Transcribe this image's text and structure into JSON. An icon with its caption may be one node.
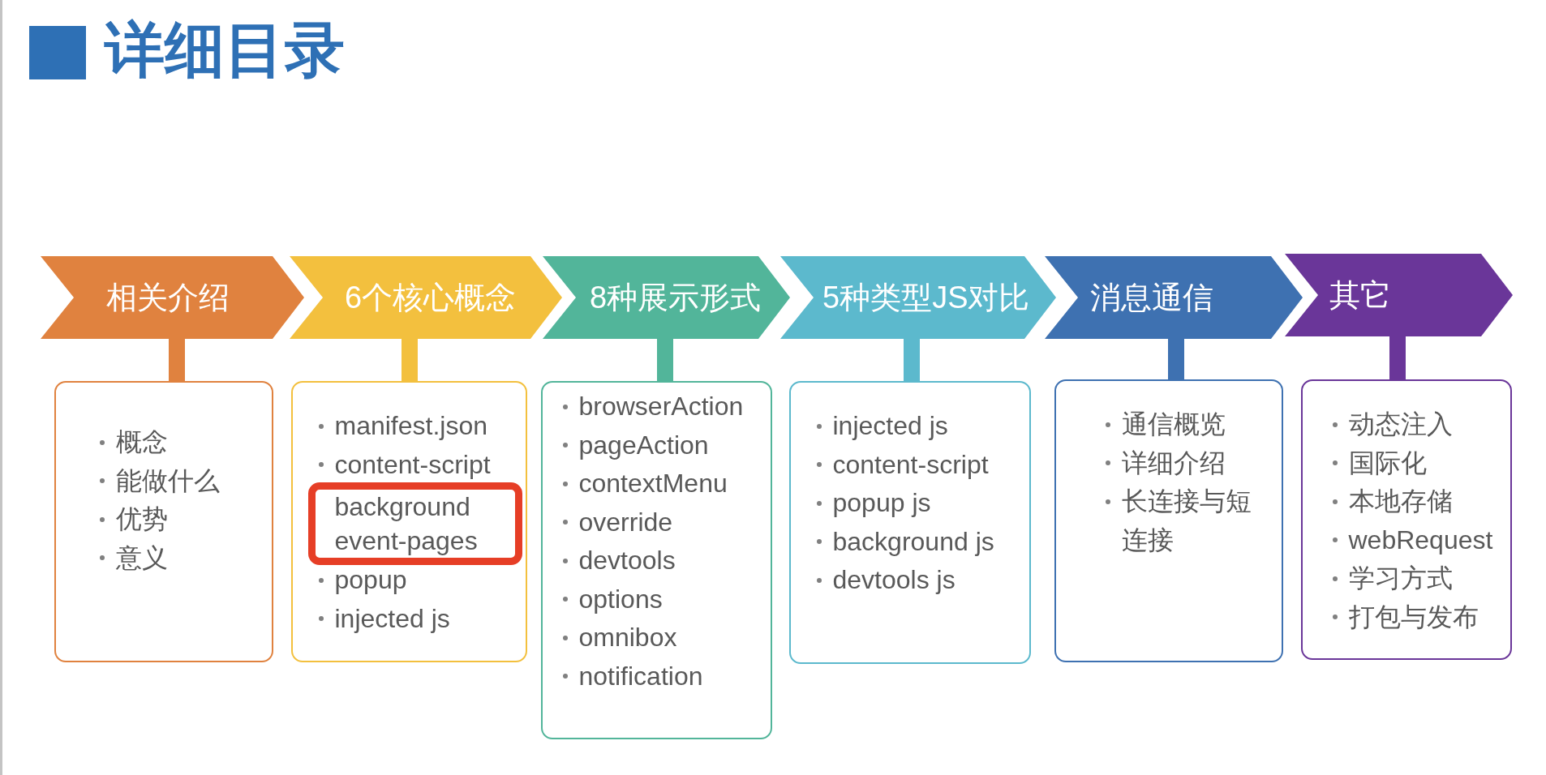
{
  "diagram": {
    "title": "详细目录",
    "nodes": [
      {
        "text": [
          "相关介绍"
        ]
      },
      {
        "text": [
          "6个核心概念"
        ]
      },
      {
        "text": [
          "8种展示形式"
        ]
      },
      {
        "text": [
          "5种类型JS对比"
        ]
      },
      {
        "text": [
          "消息通信"
        ]
      },
      {
        "text": [
          "其它"
        ]
      },
      {
        "text": [
          "概念",
          "能做什么",
          "优势",
          "意义"
        ]
      },
      {
        "text": [
          "manifest.json",
          "content-script",
          "popup",
          "injected js"
        ]
      },
      {
        "text": [
          "browserAction",
          "pageAction",
          "contextMenu",
          "override",
          "devtools",
          "options",
          "omnibox",
          "notification"
        ]
      },
      {
        "text": [
          "injected js",
          "content-script",
          "popup js",
          "background js",
          "devtools js"
        ]
      },
      {
        "text": [
          "通信概览",
          "详细介绍",
          "长连接与短连接"
        ]
      },
      {
        "text": [
          "动态注入",
          "国际化",
          "本地存储",
          "webRequest",
          "学习方式",
          "打包与发布"
        ]
      },
      {
        "text": [
          "background",
          "event-pages"
        ],
        "in": 7
      }
    ],
    "edges": [
      {
        "from": 0,
        "to": 6,
        "arrow": "none",
        "color": "#e0823f"
      },
      {
        "from": 1,
        "to": 7,
        "arrow": "none",
        "color": "#f3c03e"
      },
      {
        "from": 2,
        "to": 8,
        "arrow": "none",
        "color": "#52b59a"
      },
      {
        "from": 3,
        "to": 9,
        "arrow": "none",
        "color": "#5cb9cd"
      },
      {
        "from": 4,
        "to": 10,
        "arrow": "none",
        "color": "#3e71b1"
      },
      {
        "from": 5,
        "to": 11,
        "arrow": "none",
        "color": "#6a3699"
      }
    ]
  }
}
